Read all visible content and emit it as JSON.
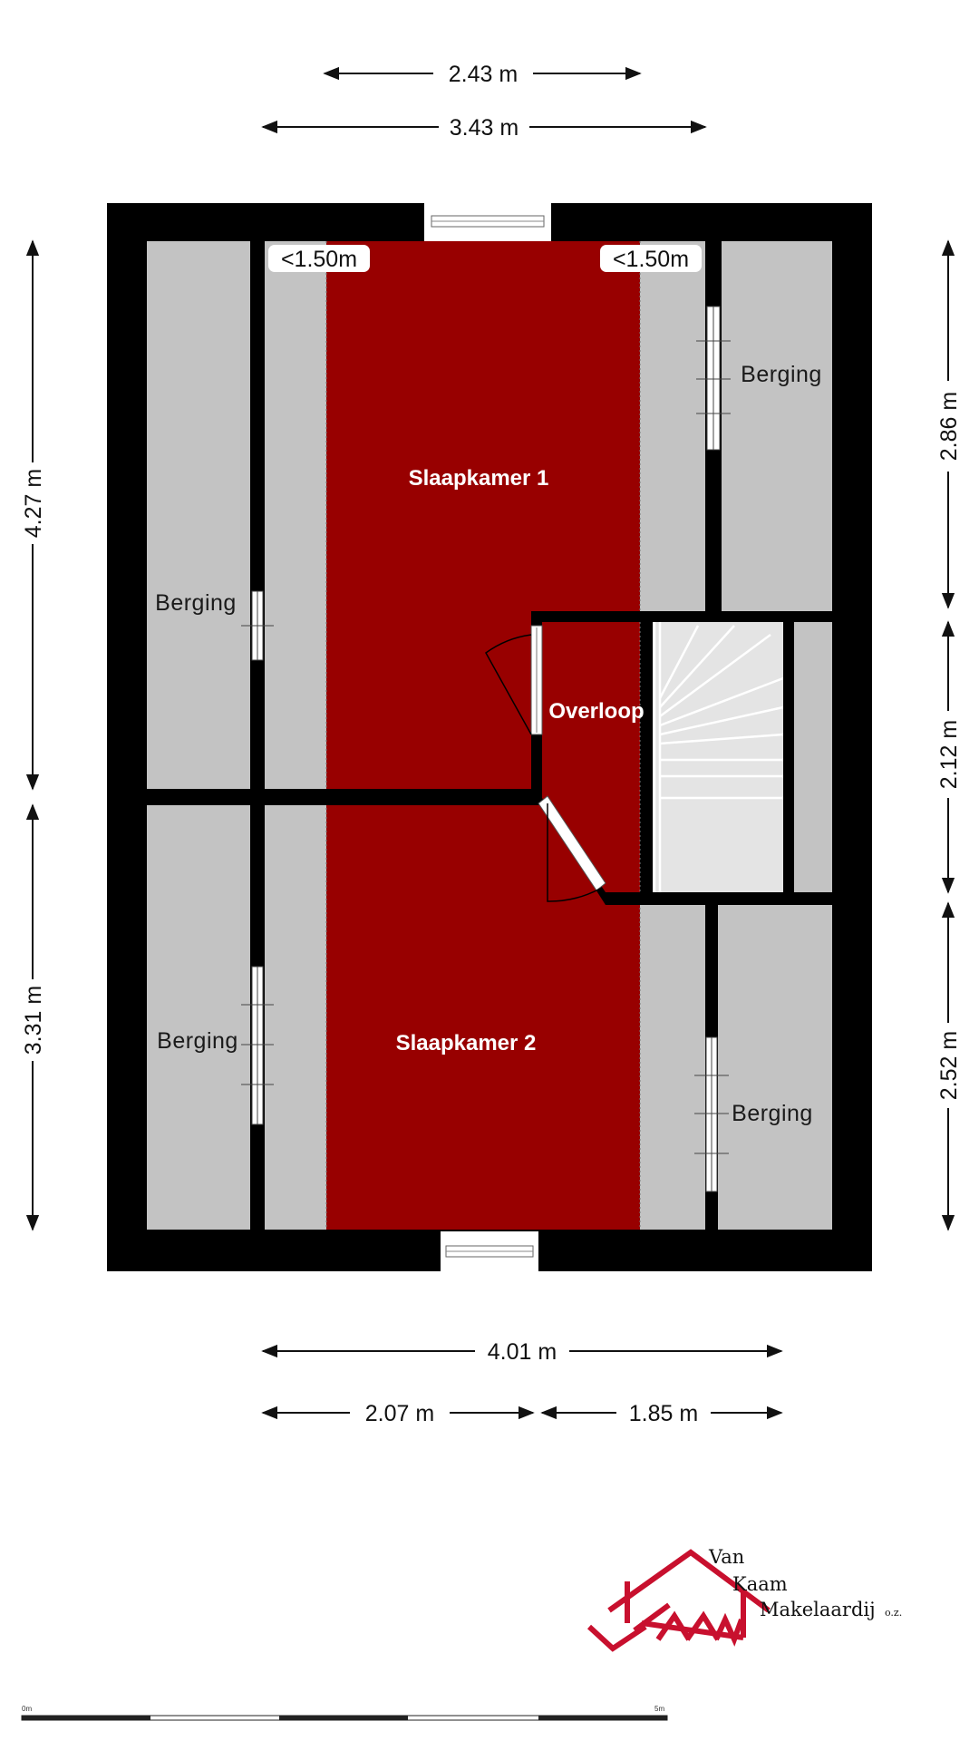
{
  "dimensions": {
    "top_inner": "2.43 m",
    "top_outer": "3.43 m",
    "left_upper": "4.27 m",
    "left_lower": "3.31 m",
    "right_upper": "2.86 m",
    "right_middle": "2.12 m",
    "right_lower": "2.52 m",
    "bottom_total": "4.01 m",
    "bottom_left": "2.07 m",
    "bottom_right": "1.85 m"
  },
  "height_markers": {
    "left": "<1.50m",
    "right": "<1.50m"
  },
  "rooms": {
    "bedroom1": "Slaapkamer 1",
    "bedroom2": "Slaapkamer 2",
    "landing": "Overloop",
    "storage_left_upper": "Berging",
    "storage_left_lower": "Berging",
    "storage_right_upper": "Berging",
    "storage_right_lower": "Berging"
  },
  "logo": {
    "line1": "Van",
    "line2": "Kaam",
    "line3": "Makelaardij",
    "suffix": "o.z."
  },
  "scale_bar": {
    "start": "0m",
    "end": "5m"
  },
  "colors": {
    "wall": "#000000",
    "bedroom_fill": "#980000",
    "storage_fill": "#c3c3c3",
    "logo_red": "#c8102e"
  }
}
